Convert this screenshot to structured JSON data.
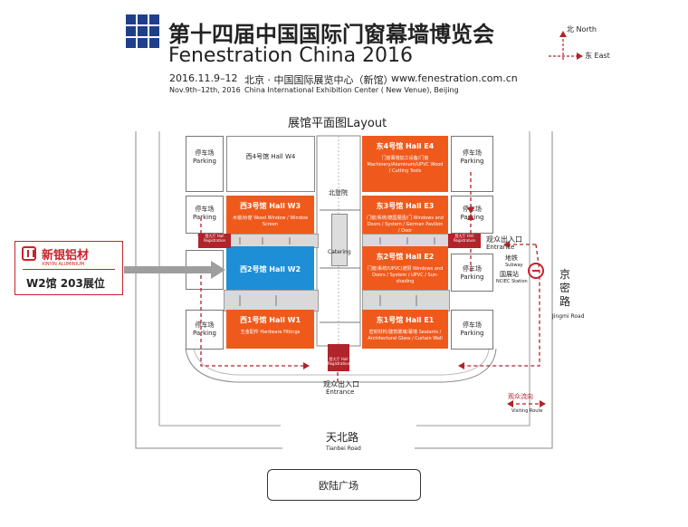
{
  "header": {
    "title_cn": "第十四届中国国际门窗幕墙博览会",
    "title_en": "Fenestration China 2016",
    "dates_cn": "2016.11.9–12",
    "venue_cn": "北京 · 中国国际展览中心（新馆）",
    "website": "www.fenestration.com.cn",
    "dates_en": "Nov.9th–12th, 2016",
    "venue_en": "China International Exhibition Center ( New Venue), Beijing",
    "logo_color": "#1f3f8c"
  },
  "compass": {
    "north": "北 North",
    "east": "东 East",
    "color": "#b0242a"
  },
  "map": {
    "title": "展馆平面图Layout",
    "halls": [
      {
        "id": "e4",
        "name": "东4号馆   Hall E4",
        "desc": "门窗幕墙加工设备/门窗 Machinery/Aluminum/UPVC Wood / Cutting Tools"
      },
      {
        "id": "e3",
        "name": "东3号馆   Hall E3",
        "desc": "门窗/系统/德国展团/门 Windows and Doors / System / German Pavilion / Door"
      },
      {
        "id": "e2",
        "name": "东2号馆   Hall E2",
        "desc": "门窗/系统/UPVC/遮阳 Windows and Doors / System / UPVC / Sun-shading"
      },
      {
        "id": "e1",
        "name": "东1号馆   Hall E1",
        "desc": "密封材料/建筑玻璃/幕墙 Sealants / Architectural Glass / Curtain Wall"
      },
      {
        "id": "w3",
        "name": "西3号馆   Hall W3",
        "desc": "木窗/纱窗 Wood Window / Window Screen"
      },
      {
        "id": "w2",
        "name": "西2号馆    Hall W2",
        "desc": ""
      },
      {
        "id": "w1",
        "name": "西1号馆   Hall W1",
        "desc": "五金配件 Hardware Fittings"
      },
      {
        "id": "w4",
        "name": "西4号馆   Hall W4",
        "desc": ""
      }
    ],
    "parking_cn": "停车场",
    "parking_en": "Parking",
    "north_lobby": "北登院",
    "catering": "Catering",
    "registration": "登大厅 Hall Registration",
    "entrance_east_cn": "观众出入口",
    "entrance_east_en": "Entrance",
    "entrance_south_cn": "观众出入口",
    "entrance_south_en": "Entrance",
    "subway_cn": "地铁",
    "subway_en": "Subway",
    "station_cn": "国展站",
    "station_en": "NCIEC Station",
    "road_east_cn": "京密路",
    "road_east_en": "Jingmi Road",
    "road_south_cn": "天北路",
    "road_south_en": "Tianbei Road",
    "plaza": "欧陆广场",
    "visiting_route_cn": "观众流向",
    "visiting_route_en": "Visiting Route",
    "route_color": "#b0242a"
  },
  "exhibitor": {
    "name_cn": "新银铝材",
    "name_en": "XINYIN ALUMINIUM",
    "booth": "W2馆 203展位",
    "color": "#c8232b"
  }
}
